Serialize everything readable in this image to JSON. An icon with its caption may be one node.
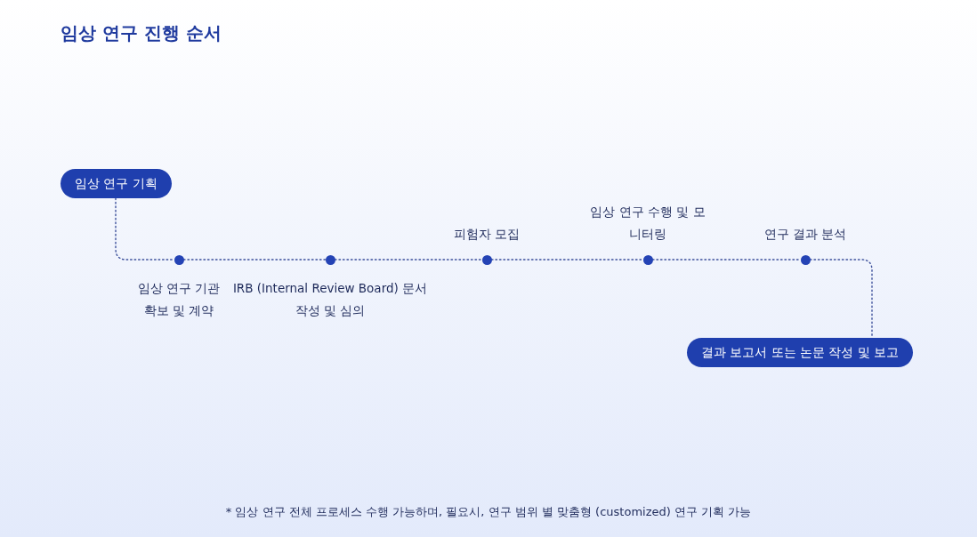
{
  "diagram": {
    "title": "임상 연구 진행 순서",
    "caption": "* 임상 연구 전체 프로세스 수행 가능하며, 필요시, 연구 범위 별 맞춤형 (customized) 연구 기획 가능",
    "nodes": [
      {
        "text": [
          "임상 연구 기획"
        ]
      },
      {
        "text": [],
        "shape": "circle",
        "beside": [
          "임상 연구 기관 확보 및 계약"
        ]
      },
      {
        "text": [],
        "shape": "circle",
        "beside": [
          "IRB (Internal Review Board) 문서 작성 및 심의"
        ]
      },
      {
        "text": [],
        "shape": "circle",
        "beside": [
          "피험자 모집"
        ]
      },
      {
        "text": [],
        "shape": "circle",
        "beside": [
          "임상 연구 수행 및 모니터링"
        ]
      },
      {
        "text": [],
        "shape": "circle",
        "beside": [
          "연구 결과 분석"
        ]
      },
      {
        "text": [
          "결과 보고서 또는 논문 작성 및 보고"
        ]
      }
    ],
    "edges": [
      {
        "from": 0,
        "to": 1,
        "arrow": "none",
        "style": "dashed"
      },
      {
        "from": 1,
        "to": 2,
        "arrow": "none",
        "style": "dashed"
      },
      {
        "from": 2,
        "to": 3,
        "arrow": "none",
        "style": "dashed"
      },
      {
        "from": 3,
        "to": 4,
        "arrow": "none",
        "style": "dashed"
      },
      {
        "from": 4,
        "to": 5,
        "arrow": "none",
        "style": "dashed"
      },
      {
        "from": 5,
        "to": 6,
        "arrow": "none",
        "style": "dashed"
      }
    ]
  }
}
